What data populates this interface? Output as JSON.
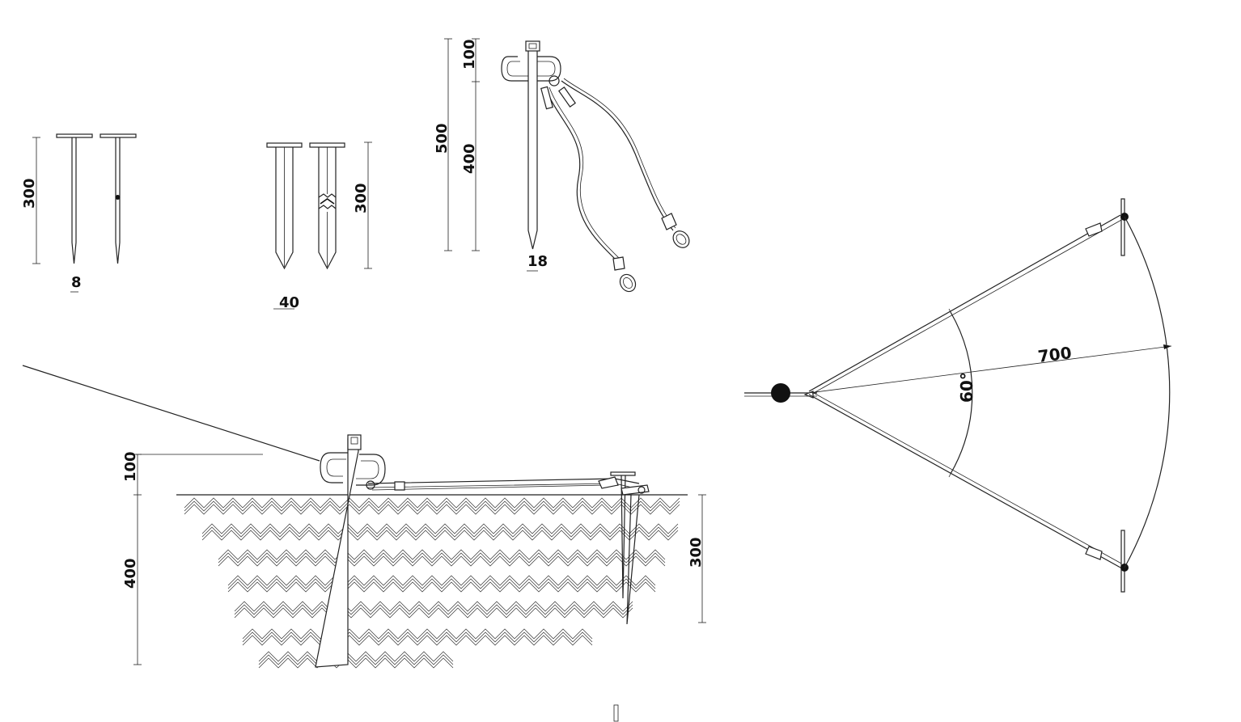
{
  "colors": {
    "ink": "#222222",
    "background": "#ffffff"
  },
  "dims": {
    "peg_small_length": "300",
    "peg_small_width": "8",
    "peg_wide_length": "300",
    "peg_wide_width": "40",
    "anchor_total": "500",
    "anchor_loop": "100",
    "anchor_shaft": "400",
    "anchor_width": "18",
    "section_loop": "100",
    "section_depth": "400",
    "section_peg": "300",
    "plan_radius": "700",
    "plan_angle": "60°"
  }
}
